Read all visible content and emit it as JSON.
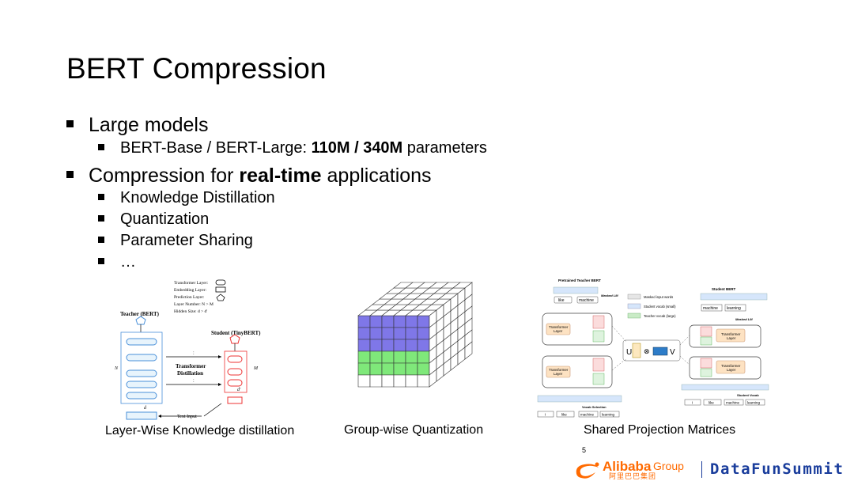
{
  "slide": {
    "title": "BERT Compression",
    "page_number": "5",
    "bullets": [
      {
        "text": "Large models"
      },
      {
        "pre": "BERT-Base / BERT-Large: ",
        "bold": "110M / 340M",
        "post": " parameters"
      },
      {
        "pre": "Compression for ",
        "bold": "real-time",
        "post": " applications"
      },
      {
        "text": "Knowledge Distillation"
      },
      {
        "text": "Quantization"
      },
      {
        "text": "Parameter Sharing"
      },
      {
        "text": "…"
      }
    ],
    "captions": {
      "left": "Layer-Wise Knowledge distillation",
      "middle": "Group-wise Quantization",
      "right": "Shared Projection Matrices"
    }
  },
  "tinybert_figure": {
    "legend": [
      "Transformer Layer:",
      "Embedding Layer:",
      "Prediction Layer:",
      "Layer Number: N > M",
      "Hidden Size: d > d'"
    ],
    "teacher": "Teacher (BERT)",
    "student": "Student (TinyBERT)",
    "transformer_distillation": [
      "Transformer",
      "Distillation"
    ],
    "text_input": "Text Input",
    "n": "N",
    "m": "M",
    "d": "d",
    "dprime": "d'",
    "dots": ":"
  },
  "shared_proj_figure": {
    "teacher_title": "Pretrained Teacher BERT",
    "student_title": "Student BERT",
    "masked_lm": "Masked LM",
    "teacher_words": [
      "like",
      "machine"
    ],
    "student_words": [
      "machine",
      "learning"
    ],
    "layer": [
      "Transformer",
      "Layer"
    ],
    "legend": [
      "Masked input words",
      "Student vocab (small)",
      "Teacher vocab (large)"
    ],
    "u": "U",
    "v": "V",
    "vocab_selection": "Vocab Selection",
    "student_vocab": "Student Vocab",
    "input_tokens": [
      "I",
      "like",
      "machine",
      "learning"
    ]
  },
  "footer": {
    "alibaba": "Alibaba",
    "group": "Group",
    "alibaba_cn": "阿里巴巴集团",
    "datafun": "DataFunSummit"
  },
  "colors": {
    "orange": "#ff6a00",
    "blue_text": "#1a3d9c",
    "cube_blue": "#7f77e8",
    "cube_green": "#7fe87a"
  }
}
